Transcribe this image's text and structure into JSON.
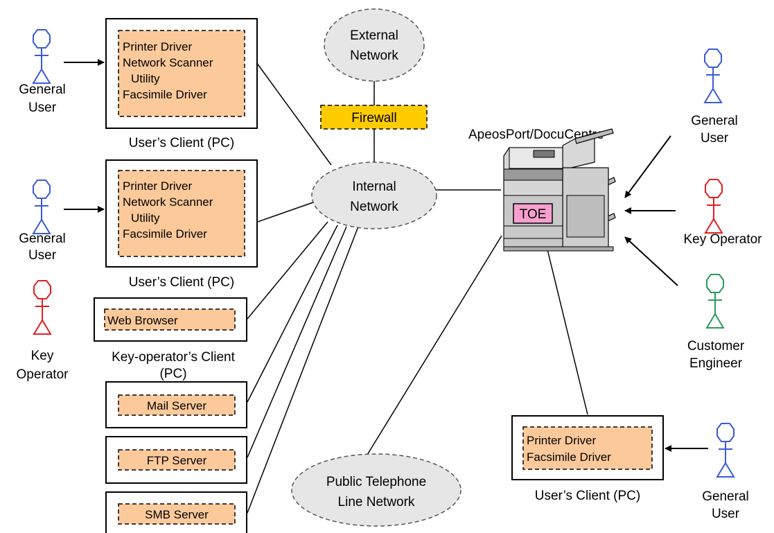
{
  "colors": {
    "general_user": "#3a5ad8",
    "key_operator": "#e02020",
    "customer_engineer": "#2a9a5a",
    "client_fill": "#fcc99b",
    "firewall_fill": "#ffcc00",
    "toe_fill": "#f7a0d0",
    "cloud_fill": "#e6e6e6"
  },
  "clouds": {
    "external": [
      "External",
      "Network"
    ],
    "internal": [
      "Internal",
      "Network"
    ],
    "public": [
      "Public Telephone",
      "Line Network"
    ]
  },
  "firewall": "Firewall",
  "device": {
    "title": "ApeosPort/DocuCentre",
    "toe": "TOE"
  },
  "clients": {
    "client1": {
      "items": [
        "Printer Driver",
        "Network Scanner",
        "Utility",
        "Facsimile Driver"
      ],
      "caption": "User’s Client (PC)"
    },
    "client2": {
      "items": [
        "Printer Driver",
        "Network Scanner",
        "Utility",
        "Facsimile Driver"
      ],
      "caption": "User’s Client (PC)"
    },
    "key_operator_client": {
      "items": [
        "Web Browser"
      ],
      "caption": [
        "Key-operator’s Client",
        "(PC)"
      ]
    },
    "client3": {
      "items": [
        "Printer Driver",
        "Facsimile Driver"
      ],
      "caption": "User’s Client (PC)"
    }
  },
  "servers": {
    "mail": "Mail Server",
    "ftp": "FTP Server",
    "smb": "SMB Server"
  },
  "actors": {
    "general_user_1": [
      "General",
      "User"
    ],
    "general_user_2": [
      "General",
      "User"
    ],
    "key_operator_left": [
      "Key",
      "Operator"
    ],
    "general_user_right_top": [
      "General",
      "User"
    ],
    "key_operator_right": "Key Operator",
    "customer_engineer": [
      "Customer",
      "Engineer"
    ],
    "general_user_bottom": [
      "General",
      "User"
    ]
  }
}
